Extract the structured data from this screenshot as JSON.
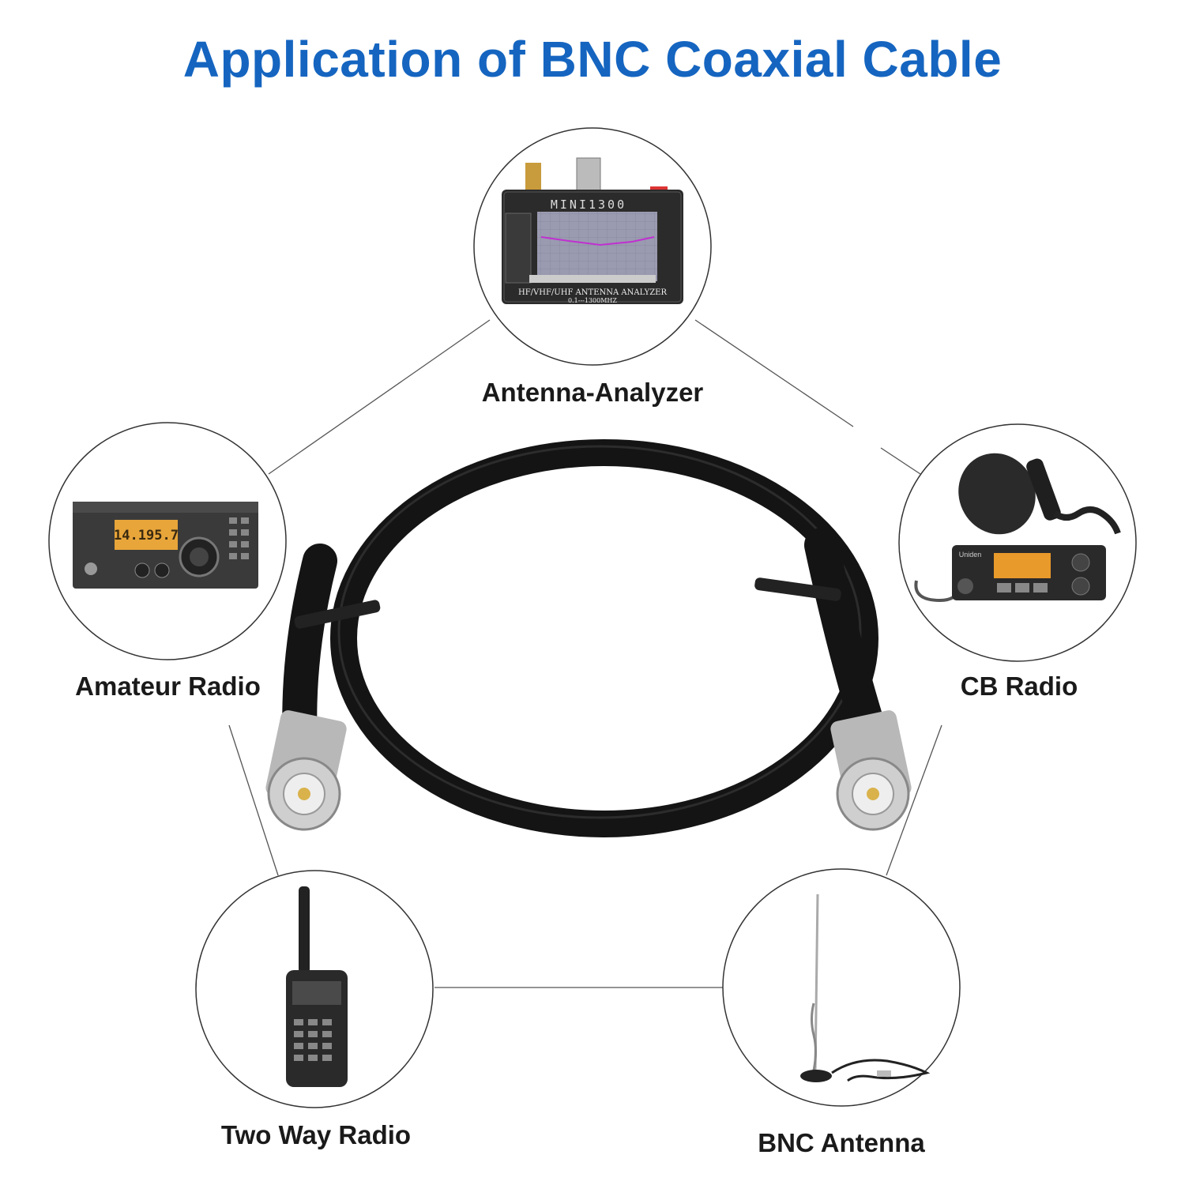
{
  "title": "Application of BNC Coaxial Cable",
  "accent_color": "#1565c0",
  "applications": [
    {
      "label": "Antenna-Analyzer",
      "icon": "antenna-analyzer-icon"
    },
    {
      "label": "Amateur Radio",
      "icon": "amateur-radio-icon"
    },
    {
      "label": "CB Radio",
      "icon": "cb-radio-icon"
    },
    {
      "label": "Two Way Radio",
      "icon": "two-way-radio-icon"
    },
    {
      "label": "BNC Antenna",
      "icon": "bnc-antenna-icon"
    }
  ],
  "device": {
    "brand": "MINI1300",
    "subtitle": "HF/VHF/UHF ANTENNA ANALYZER",
    "range": "0.1---1300MHZ",
    "radio_display": "14.195.7",
    "cb_brand": "Uniden"
  },
  "center_image": "bnc-coaxial-cable"
}
